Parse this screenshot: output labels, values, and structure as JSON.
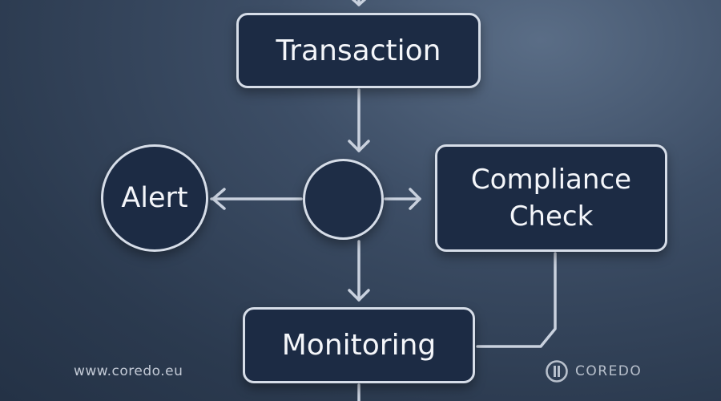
{
  "nodes": {
    "transaction": "Transaction",
    "compliance": "Compliance\nCheck",
    "monitoring": "Monitoring",
    "alert": "Alert"
  },
  "footer": {
    "website": "www.coredo.eu",
    "brand": "COREDO"
  },
  "icons": {
    "brand_logo": "coredo-logo-icon"
  },
  "colors": {
    "node_fill": "#1c2b44",
    "node_border": "#d6dde8",
    "connector": "#c9d1de",
    "text": "#f4f6fa"
  }
}
